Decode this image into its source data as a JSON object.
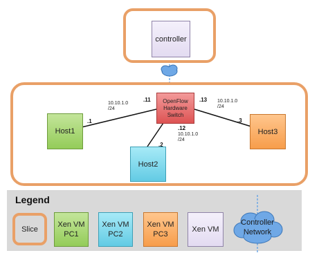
{
  "nodes": {
    "controller": "controller",
    "switch": "OpenFlow\nHardware\nSwitch",
    "host1": "Host1",
    "host2": "Host2",
    "host3": "Host3"
  },
  "subnets": {
    "host1": "10.10.1.0\n/24",
    "host2": "10.10.1.0\n/24",
    "host3": "10.10.1.0\n/24"
  },
  "ports": {
    "switch_to_host1": ".11",
    "host1": ".1",
    "switch_to_host2": ".12",
    "host2": ".2",
    "switch_to_host3": ".13",
    "host3": ".3"
  },
  "legend": {
    "title": "Legend",
    "slice": "Slice",
    "pc1": "Xen VM\nPC1",
    "pc2": "Xen VM\nPC2",
    "pc3": "Xen VM\nPC3",
    "vm": "Xen VM",
    "network": "Controller\nNetwork"
  },
  "colors": {
    "slice_border": "#e9a067",
    "network_cloud": "#6fa8e6"
  }
}
